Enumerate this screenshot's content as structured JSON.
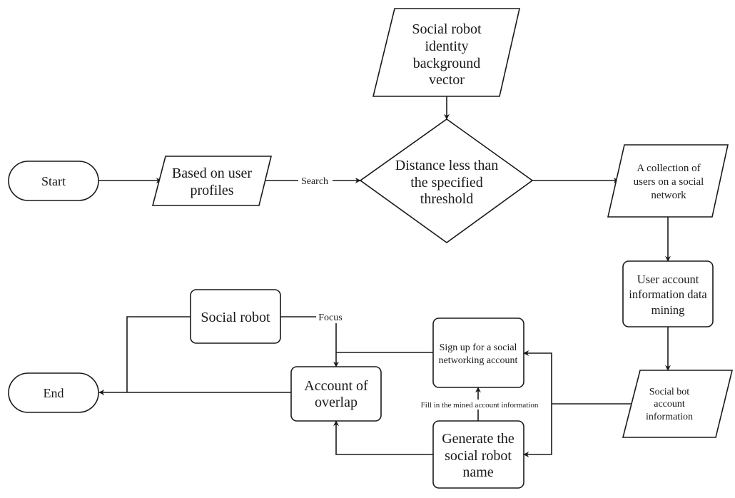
{
  "diagram": {
    "type": "flowchart",
    "nodes": {
      "start": {
        "shape": "terminal",
        "label": [
          "Start"
        ]
      },
      "user_profiles": {
        "shape": "parallelogram",
        "label": [
          "Based on user",
          "profiles"
        ]
      },
      "identity_vector": {
        "shape": "parallelogram",
        "label": [
          "Social robot",
          "identity",
          "background",
          "vector"
        ]
      },
      "distance_check": {
        "shape": "diamond",
        "label": [
          "Distance less than",
          "the specified",
          "threshold"
        ]
      },
      "user_collection": {
        "shape": "parallelogram",
        "label": [
          "A collection of",
          "users on a social",
          "network"
        ]
      },
      "data_mining": {
        "shape": "rounded-rect",
        "label": [
          "User account",
          "information data",
          "mining"
        ]
      },
      "bot_info": {
        "shape": "parallelogram",
        "label": [
          "Social bot",
          "account",
          "information"
        ]
      },
      "sign_up": {
        "shape": "rounded-rect",
        "label": [
          "Sign up for a social",
          "networking account"
        ]
      },
      "generate_name": {
        "shape": "rounded-rect",
        "label": [
          "Generate the",
          "social robot",
          "name"
        ]
      },
      "overlap": {
        "shape": "rounded-rect",
        "label": [
          "Account of",
          "overlap"
        ]
      },
      "social_robot": {
        "shape": "rounded-rect",
        "label": [
          "Social robot"
        ]
      },
      "end": {
        "shape": "terminal",
        "label": [
          "End"
        ]
      }
    },
    "edges": [
      {
        "from": "start",
        "to": "user_profiles",
        "label": ""
      },
      {
        "from": "user_profiles",
        "to": "distance_check",
        "label": "Search"
      },
      {
        "from": "identity_vector",
        "to": "distance_check",
        "label": ""
      },
      {
        "from": "distance_check",
        "to": "user_collection",
        "label": ""
      },
      {
        "from": "user_collection",
        "to": "data_mining",
        "label": ""
      },
      {
        "from": "data_mining",
        "to": "bot_info",
        "label": ""
      },
      {
        "from": "bot_info",
        "to": "sign_up",
        "label": ""
      },
      {
        "from": "bot_info",
        "to": "generate_name",
        "label": ""
      },
      {
        "from": "generate_name",
        "to": "sign_up",
        "label": "Fill in the mined account information"
      },
      {
        "from": "sign_up",
        "to": "overlap",
        "label": ""
      },
      {
        "from": "generate_name",
        "to": "overlap",
        "label": ""
      },
      {
        "from": "social_robot",
        "to": "overlap",
        "label": "Focus"
      },
      {
        "from": "overlap",
        "to": "end",
        "label": ""
      },
      {
        "from": "social_robot",
        "to": "end",
        "label": ""
      }
    ]
  }
}
